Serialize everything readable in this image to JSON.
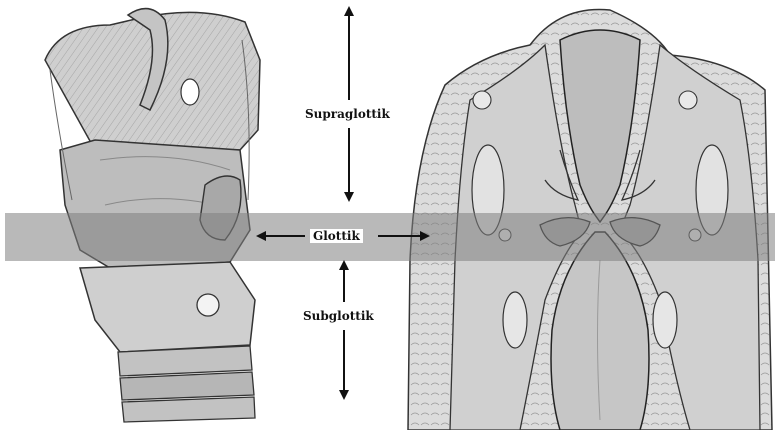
{
  "labels": {
    "supraglottic": "Supraglottik",
    "glottic": "Glottik",
    "subglottic": "Subglottik"
  },
  "colors": {
    "band": "#8a8a8a",
    "ink": "#111111",
    "tissue_light": "#d9d9d9",
    "tissue_mid": "#b5b5b5",
    "tissue_dark": "#7a7a7a",
    "lumen": "#c9c9c9"
  },
  "illustrations": [
    {
      "name": "larynx-external-view",
      "style": "grayscale anatomical drawing"
    },
    {
      "name": "larynx-coronal-section",
      "style": "grayscale anatomical drawing"
    }
  ]
}
